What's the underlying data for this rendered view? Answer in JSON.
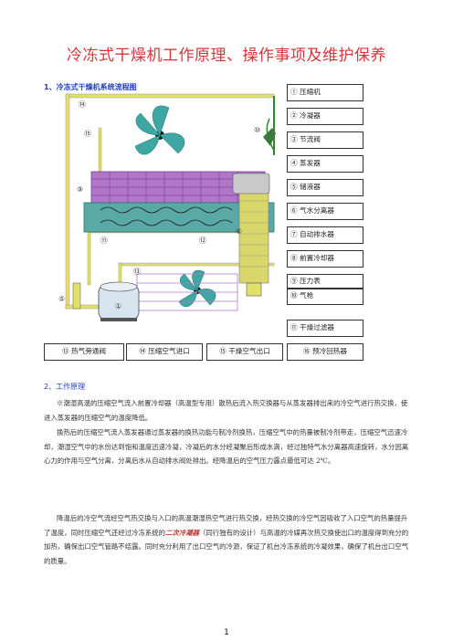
{
  "title": "冷冻式干燥机工作原理、操作事项及维护保养",
  "section1": "1、冷冻式干燥机系统流程图",
  "legend": [
    "① 压缩机",
    "② 冷凝器",
    "③ 节流阀",
    "④ 蒸发器",
    "⑤ 储液器",
    "⑥ 气水分离器",
    "⑦ 自动排水器",
    "⑧ 前置冷却器",
    "⑨ 压力表",
    "⑩ 气枪",
    "⑪ 干燥过滤器"
  ],
  "bottom_legend": [
    "⑬ 热气旁通阀",
    "⑭ 压缩空气进口",
    "⑮ 干燥空气出口",
    "⑯ 预冷回热器"
  ],
  "diagram_markers": {
    "m14": "⑭",
    "m15": "⑮",
    "m10": "⑩",
    "m9": "⑨",
    "m11": "⑪",
    "m12": "⑫",
    "m13": "⑬",
    "m5": "⑤",
    "m1": "①",
    "m6": "⑥"
  },
  "section2": "2、工作原理",
  "para1": "※潮湿高温的压缩空气流入前置冷却器（高温型专用）散热后流入热交换器与从蒸发器排出来的冷空气进行热交换，使进入蒸发器的压缩空气的温度降低。",
  "para2": "换热后的压缩空气流入蒸发器通过蒸发器的换热功能与制冷剂换热，压缩空气中的热量被制冷剂带走，压缩空气迅速冷却，潮湿空气中的水份达到饱和温度迅速冷凝，冷凝后的水分经凝聚后形成水滴，经过独特气水分离器高速旋转，水分因离心力的作用与空气分离，分离后水从自动排水阀处排出。经降温后的空气压力露点最低可达 2℃。",
  "para3_a": "降温后的冷空气流经空气热交换与入口的高温潮湿热空气进行热交换，经热交换的冷空气因吸收了入口空气的热量提升了温度，同时压缩空气还经过冷冻系统的",
  "para3_em": "二次冷凝器",
  "para3_b": "（同行独有的设计）与高温的冷媒再次热交换使出口的温度得到充分的加热，确保出口空气管路不结露。同时充分利用了出口空气的冷源，保证了机台冷冻系统的冷凝效果，确保了机台出口空气的质量。",
  "page_number": "1",
  "colors": {
    "title": "#d8343a",
    "accent": "#1f3fbf",
    "coil": "#8b3fb0",
    "pipe_yellow": "#e8e86a",
    "pipe_green": "#2f8a2f",
    "teal": "#5aa9a7"
  }
}
